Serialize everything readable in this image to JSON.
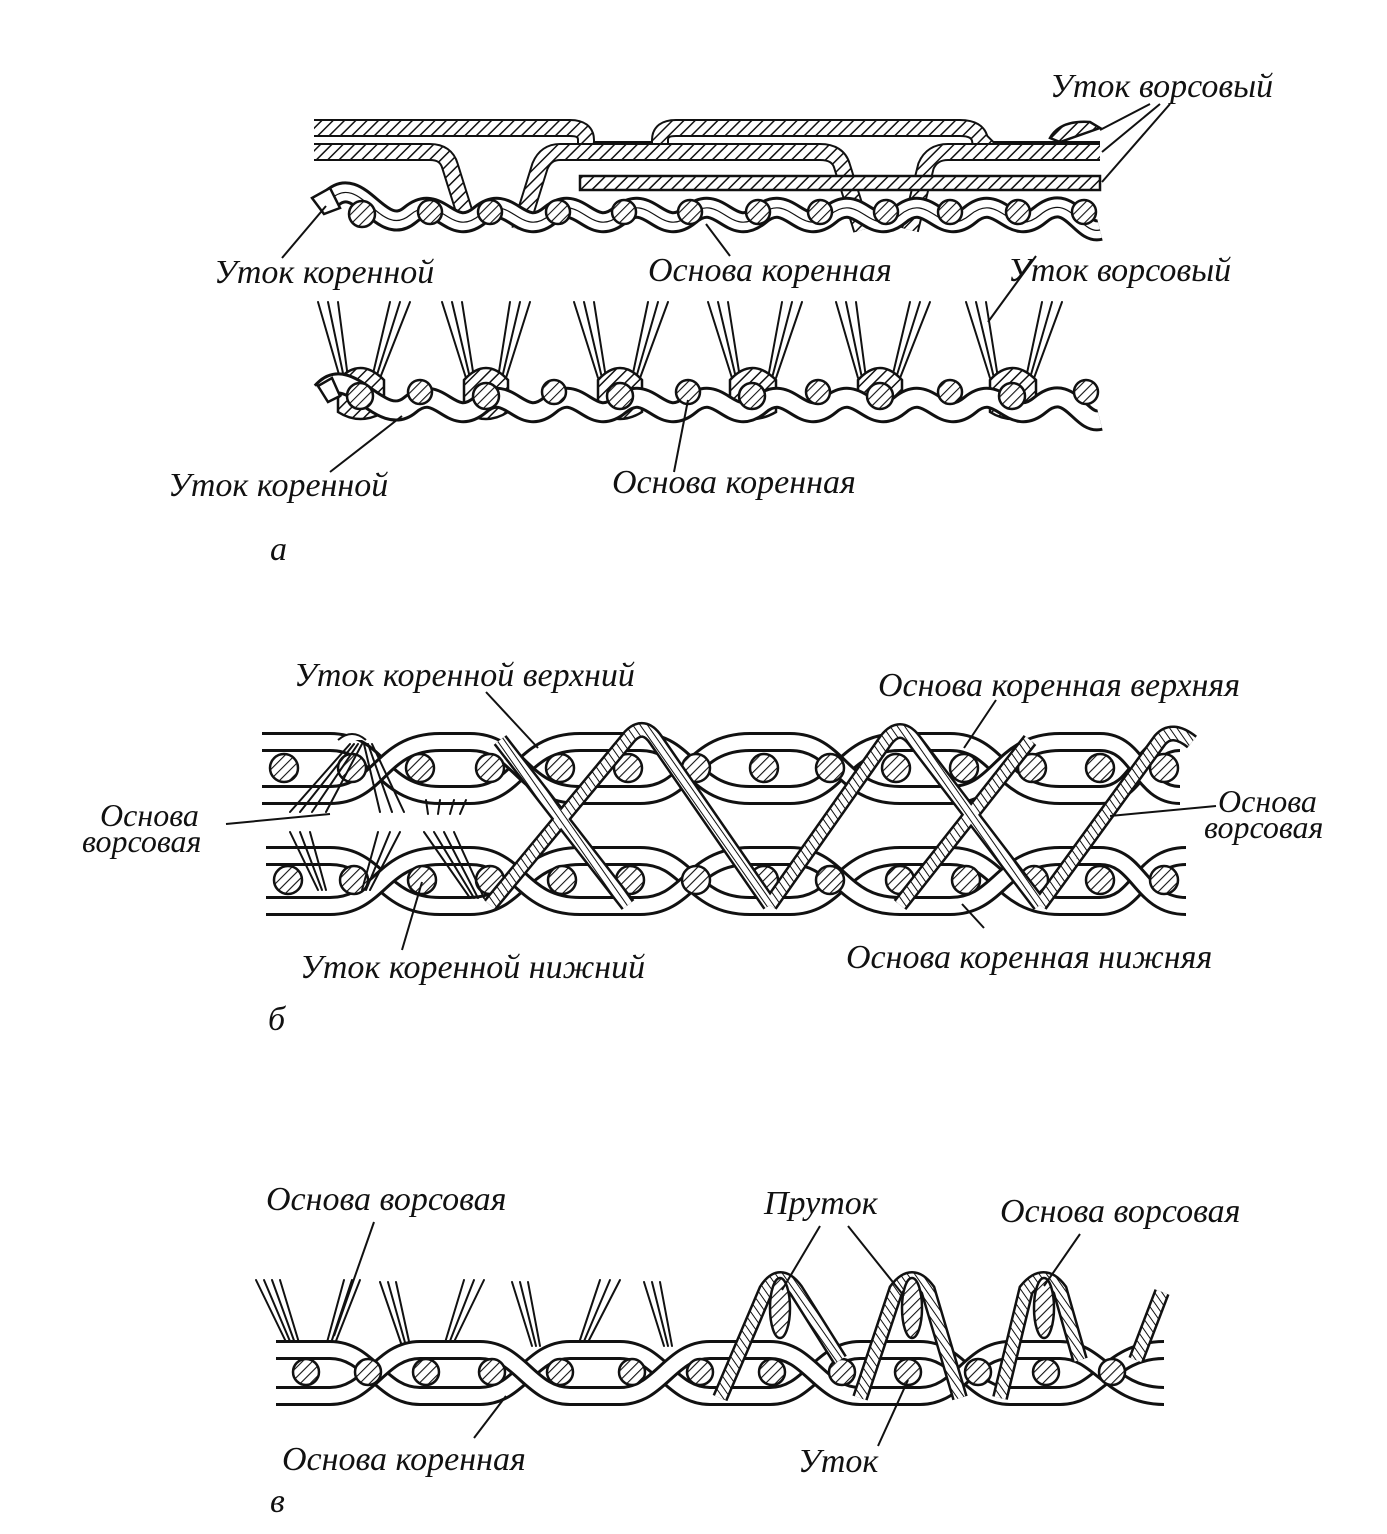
{
  "panels": {
    "a": {
      "letter": "а",
      "top_labels": {
        "pile_weft_top": "Уток ворсовый",
        "ground_weft": "Уток коренной",
        "ground_warp": "Основа коренная",
        "pile_weft": "Уток ворсовый"
      },
      "bottom_labels": {
        "ground_weft": "Уток коренной",
        "ground_warp": "Основа коренная"
      }
    },
    "b": {
      "letter": "б",
      "labels": {
        "ground_weft_upper": "Уток коренной верхний",
        "ground_warp_upper": "Основа коренная верхняя",
        "pile_warp_left_1": "Основа",
        "pile_warp_left_2": "ворсовая",
        "pile_warp_right_1": "Основа",
        "pile_warp_right_2": "ворсовая",
        "ground_weft_lower": "Уток коренной нижний",
        "ground_warp_lower": "Основа коренная нижняя"
      }
    },
    "c": {
      "letter": "в",
      "labels": {
        "pile_warp_left": "Основа ворсовая",
        "rod": "Пруток",
        "pile_warp_right": "Основа ворсовая",
        "ground_warp": "Основа коренная",
        "weft": "Уток"
      }
    }
  }
}
